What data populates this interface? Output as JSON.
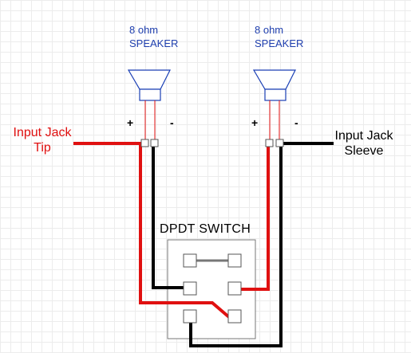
{
  "speakers": [
    {
      "rating": "8 ohm",
      "label": "SPEAKER"
    },
    {
      "rating": "8 ohm",
      "label": "SPEAKER"
    }
  ],
  "polarity": {
    "plus": "+",
    "minus": "-"
  },
  "input_tip": {
    "line1": "Input Jack",
    "line2": "Tip"
  },
  "input_sleeve": {
    "line1": "Input Jack",
    "line2": "Sleeve"
  },
  "switch": {
    "label": "DPDT SWITCH"
  },
  "colors": {
    "positive_wire": "#e01010",
    "negative_wire": "#000000",
    "speaker_outline": "#1a3fb5",
    "tip_text": "#e01010",
    "spk_text": "#1f3fae"
  }
}
